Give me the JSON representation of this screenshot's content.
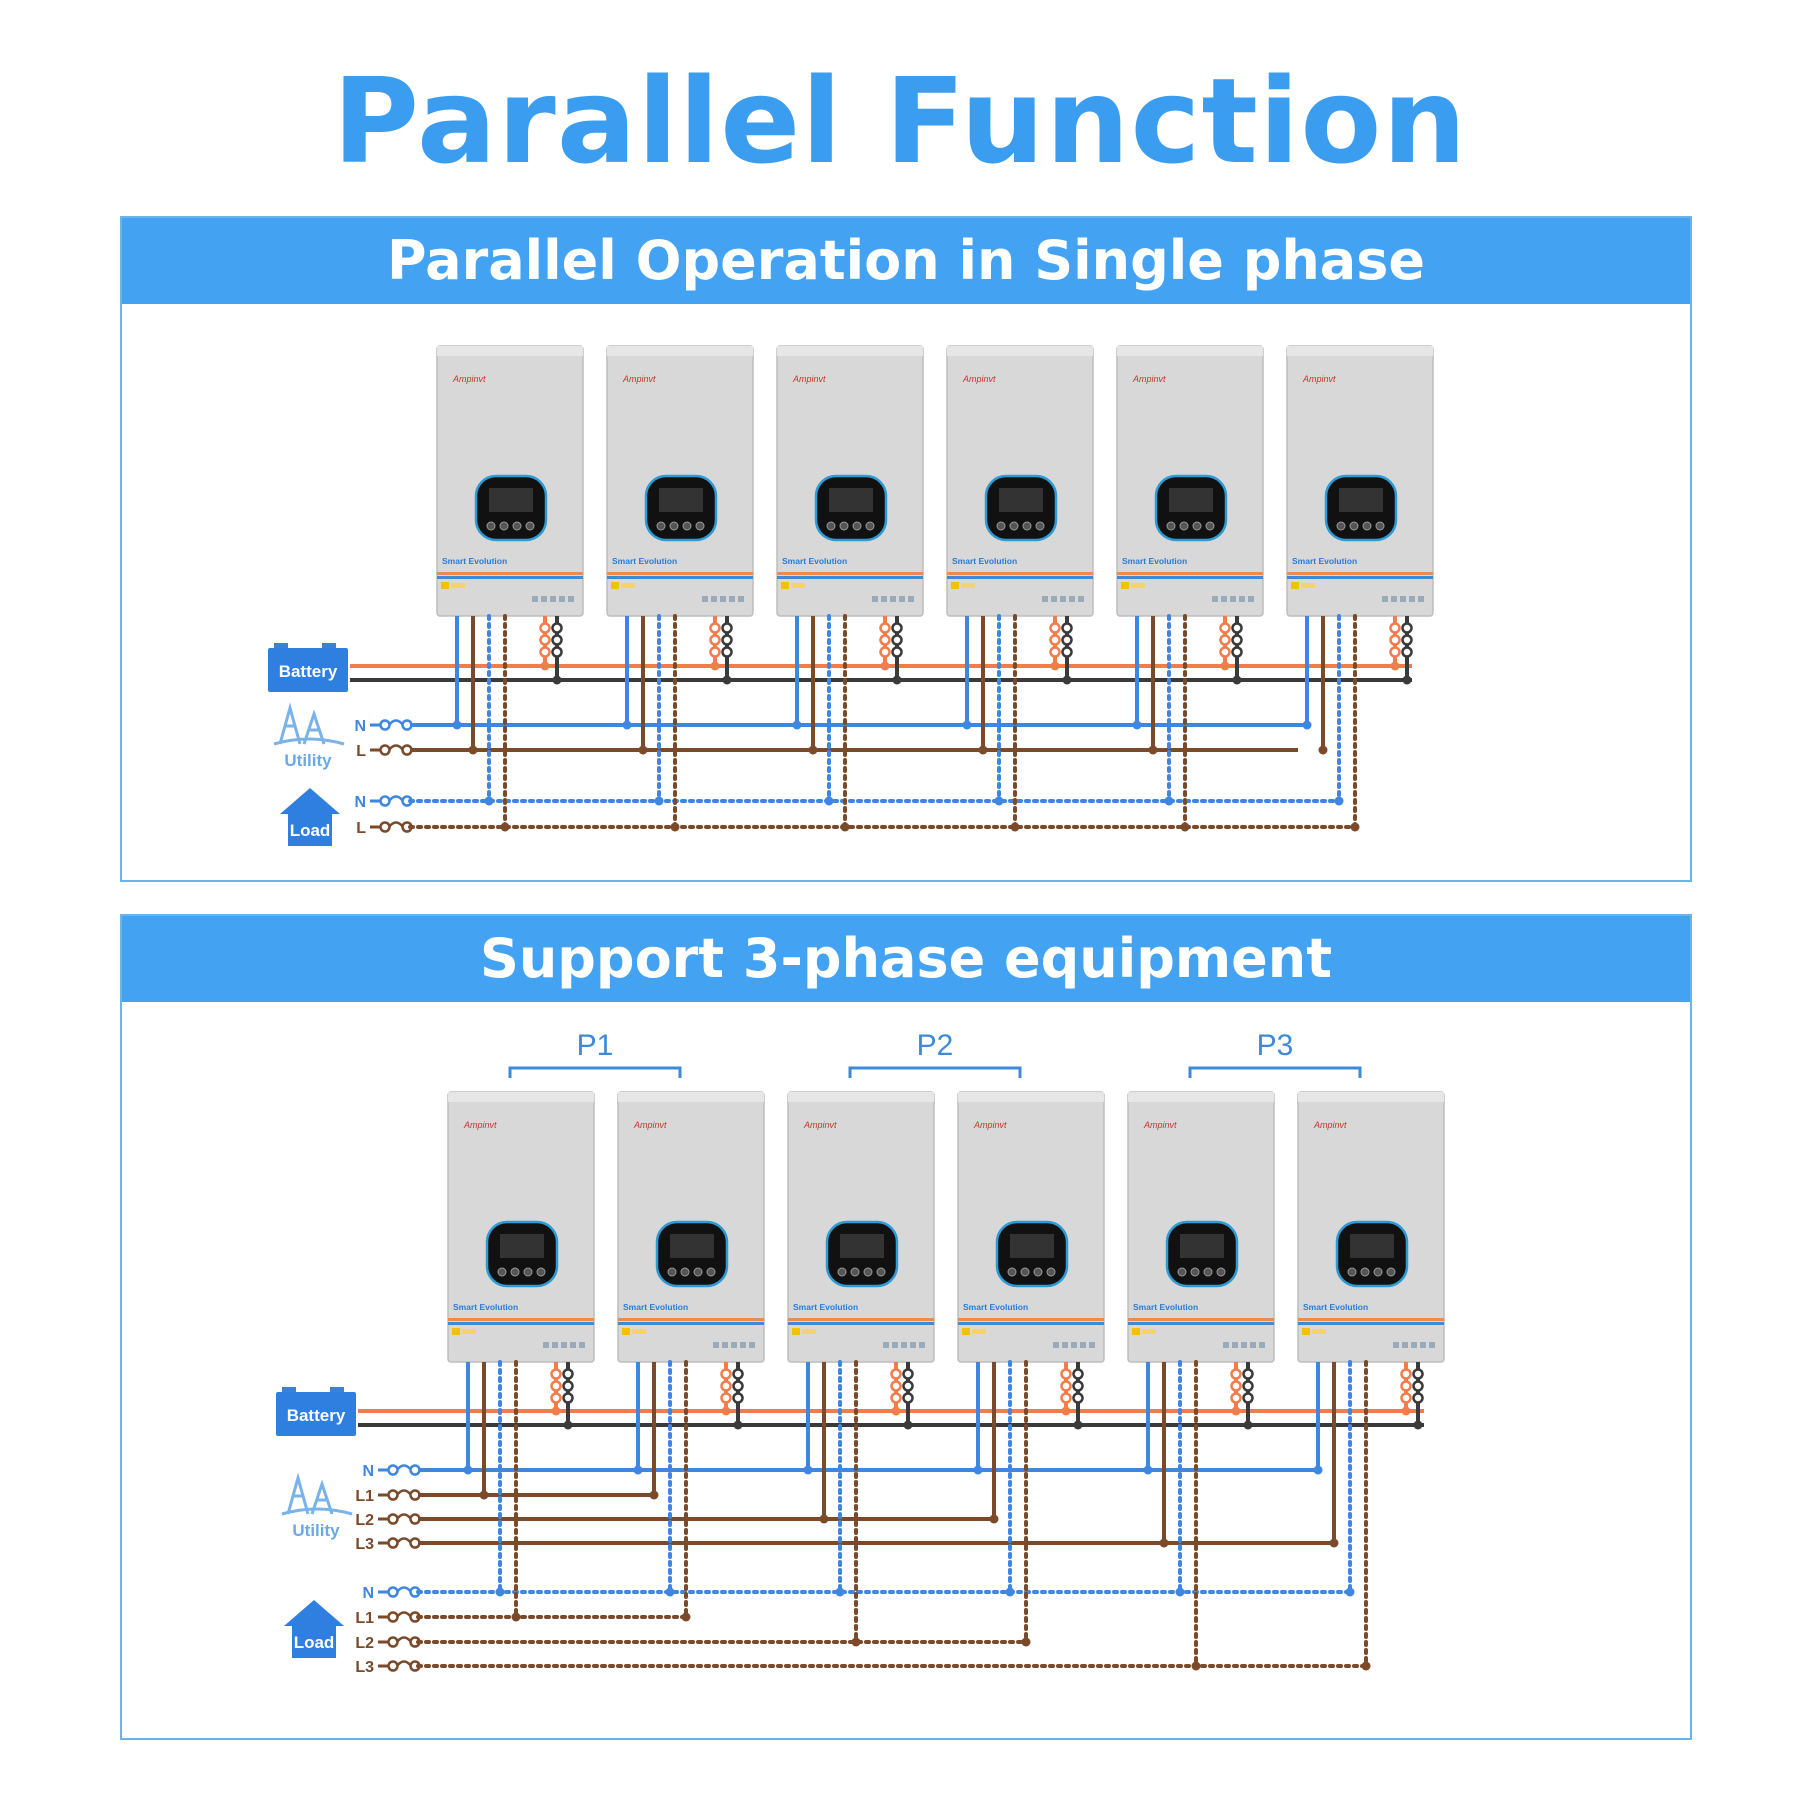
{
  "title": "Parallel Function",
  "brand": "Ampinvt",
  "inverter_label": "Smart Evolution",
  "colors": {
    "accent": "#43a3f2",
    "battery_pos": "#f37c4b",
    "battery_neg": "#3a3a3a",
    "neutral": "#3e86e0",
    "line": "#7a4a2a"
  },
  "section1": {
    "heading": "Parallel Operation in Single phase",
    "battery_label": "Battery",
    "utility_label": "Utility",
    "load_label": "Load",
    "utility_lines": [
      "N",
      "L"
    ],
    "load_lines": [
      "N",
      "L"
    ],
    "units": 6
  },
  "section2": {
    "heading": "Support 3-phase equipment",
    "groups": [
      "P1",
      "P2",
      "P3"
    ],
    "battery_label": "Battery",
    "utility_label": "Utility",
    "load_label": "Load",
    "utility_lines": [
      "N",
      "L1",
      "L2",
      "L3"
    ],
    "load_lines": [
      "N",
      "L1",
      "L2",
      "L3"
    ],
    "units": 6
  }
}
